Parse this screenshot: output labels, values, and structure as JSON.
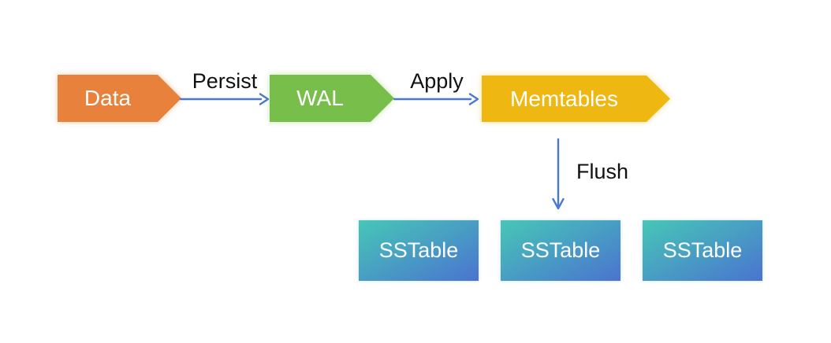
{
  "colors": {
    "background": "#FFFFFF",
    "arrow": "#4A77D4",
    "node_text": "#FFFFFF",
    "edge_label_text": "#111111",
    "node_data": "#E8813B",
    "node_wal": "#77BE4B",
    "node_memtables": "#EEB711",
    "sstable_start": "#46C7B6",
    "sstable_end": "#4A74D0"
  },
  "diagram": {
    "nodes": {
      "data": {
        "label": "Data"
      },
      "wal": {
        "label": "WAL"
      },
      "memtables": {
        "label": "Memtables"
      }
    },
    "edges": {
      "persist": {
        "label": "Persist"
      },
      "apply": {
        "label": "Apply"
      },
      "flush": {
        "label": "Flush"
      }
    },
    "sstables": [
      {
        "label": "SSTable"
      },
      {
        "label": "SSTable"
      },
      {
        "label": "SSTable"
      }
    ]
  }
}
